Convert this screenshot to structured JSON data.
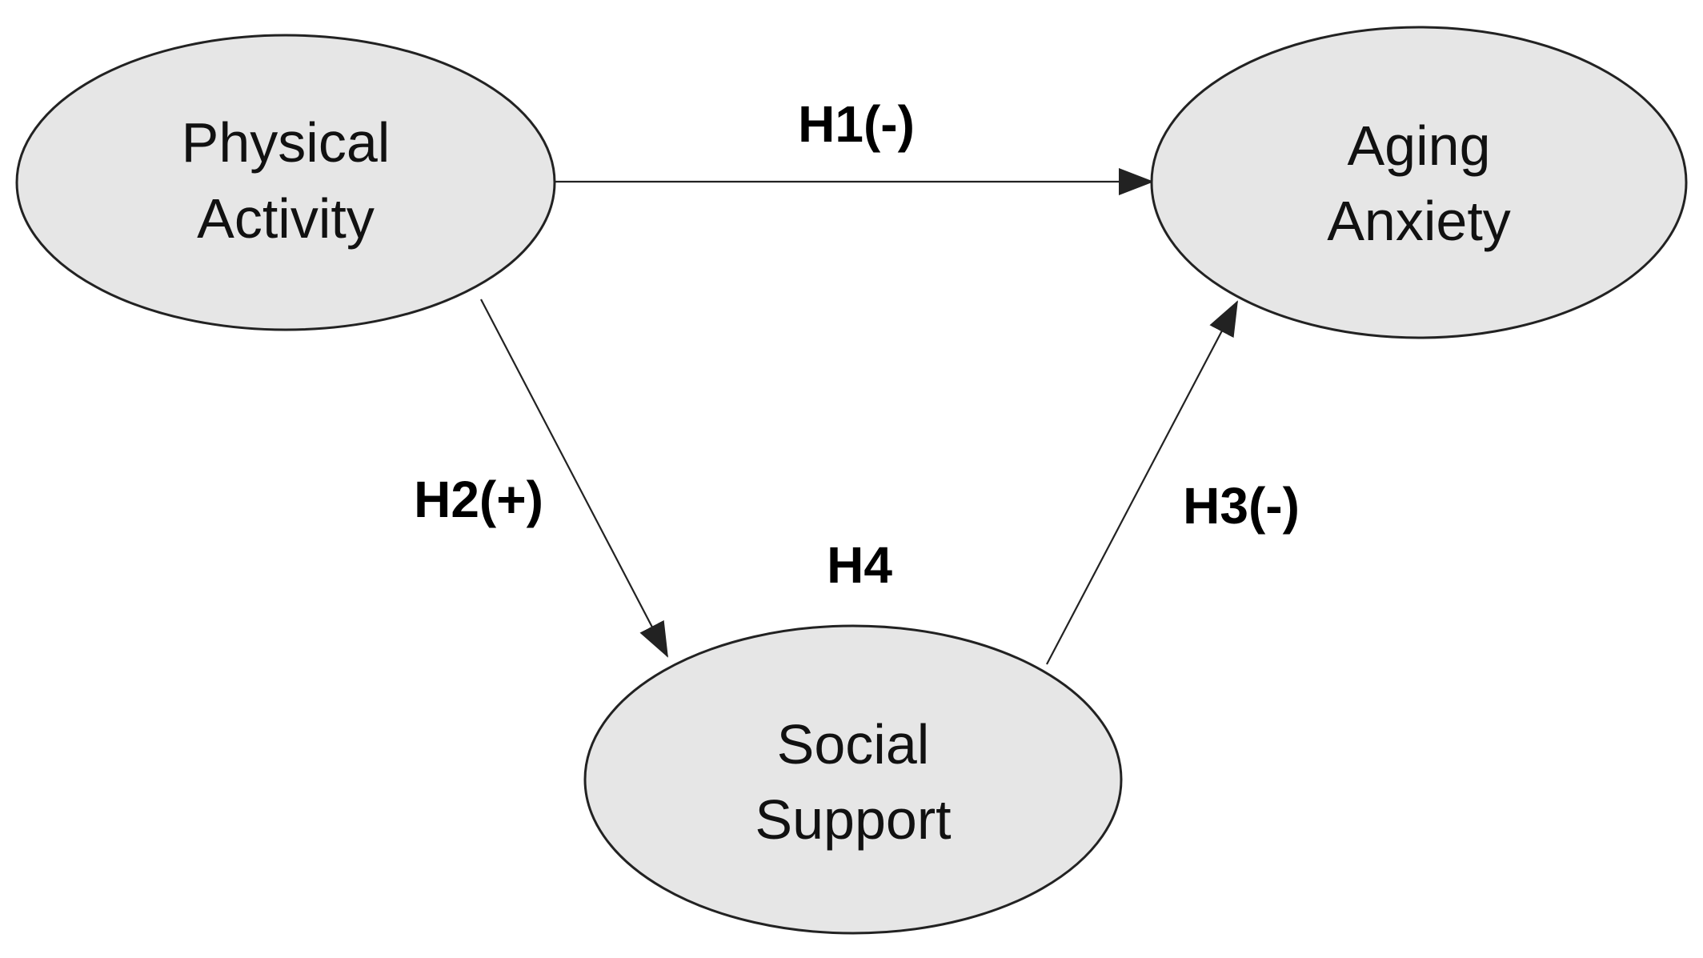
{
  "colors": {
    "node_fill": "#e6e6e6",
    "node_stroke": "#222222",
    "edge": "#222222",
    "text": "#111111"
  },
  "nodes": {
    "physical_activity": {
      "line1": "Physical",
      "line2": "Activity"
    },
    "aging_anxiety": {
      "line1": "Aging",
      "line2": "Anxiety"
    },
    "social_support": {
      "line1": "Social",
      "line2": "Support"
    }
  },
  "edges": {
    "h1": {
      "label": "H1(-)",
      "from": "Physical Activity",
      "to": "Aging Anxiety"
    },
    "h2": {
      "label": "H2(+)",
      "from": "Physical Activity",
      "to": "Social Support"
    },
    "h3": {
      "label": "H3(-)",
      "from": "Social Support",
      "to": "Aging Anxiety"
    }
  },
  "mediation_label": "H4"
}
